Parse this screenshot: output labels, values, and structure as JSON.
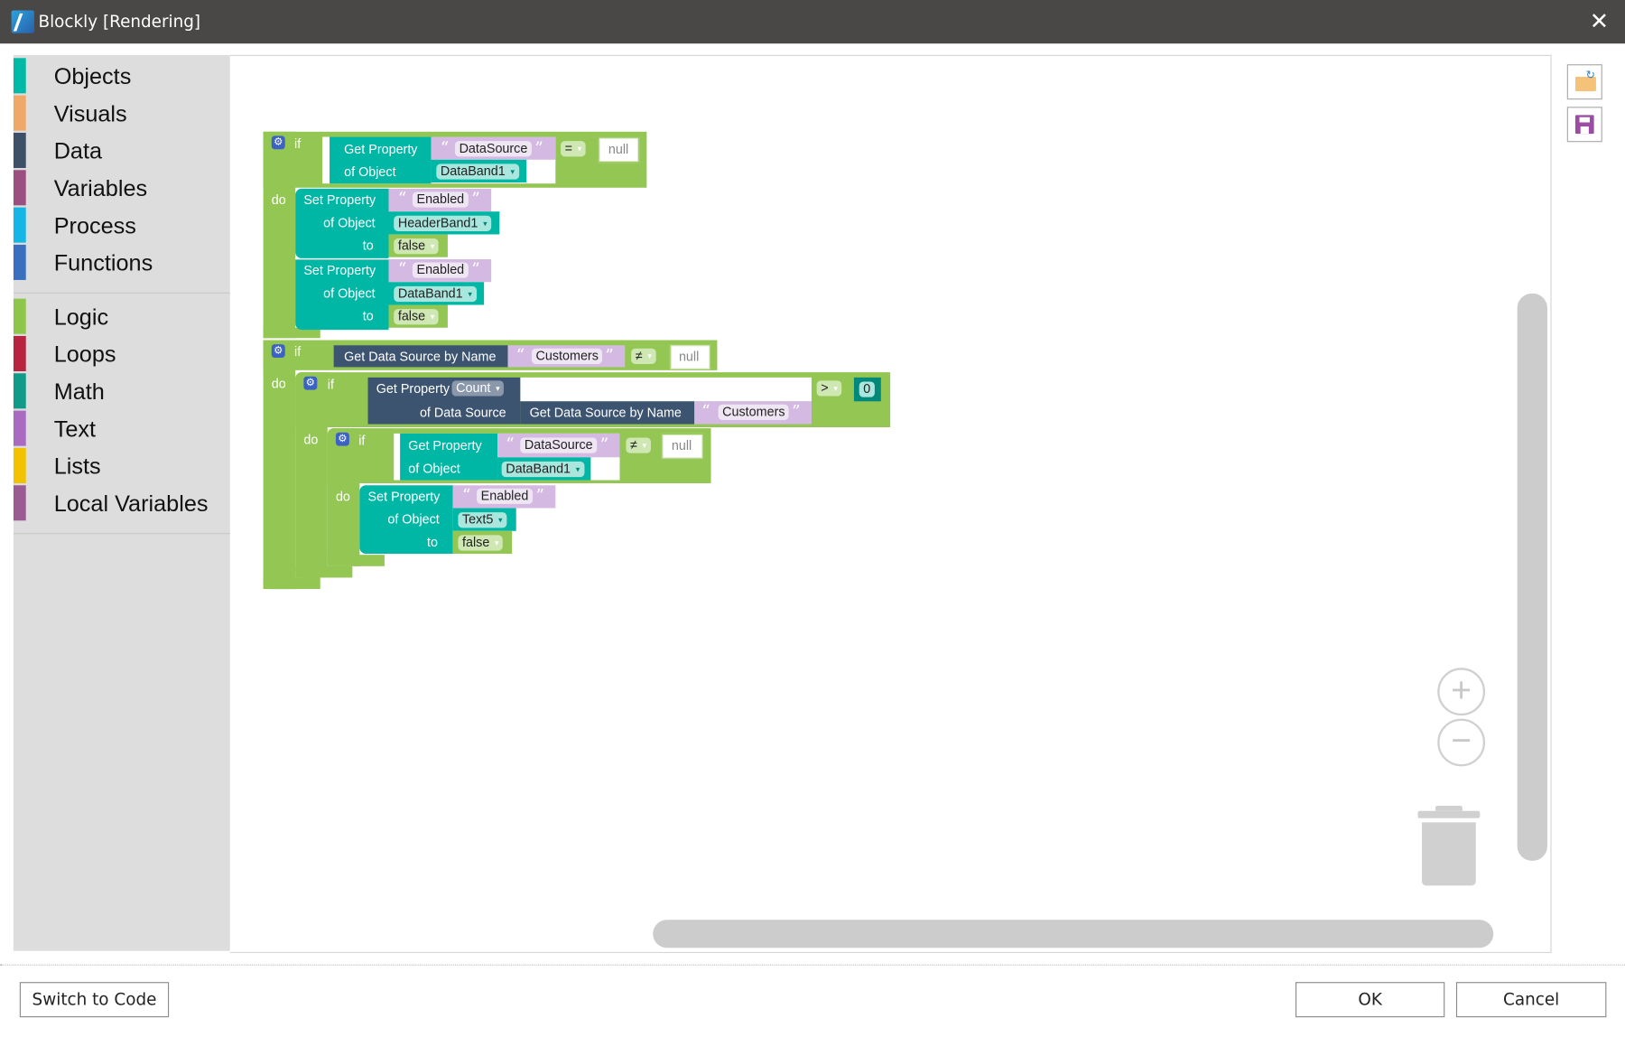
{
  "window": {
    "title": "Blockly [Rendering]",
    "close_icon": "close-icon"
  },
  "sidebar": {
    "items": [
      {
        "label": "Objects",
        "color": "#00b9a6"
      },
      {
        "label": "Visuals",
        "color": "#f0a868"
      },
      {
        "label": "Data",
        "color": "#3d5068"
      },
      {
        "label": "Variables",
        "color": "#9a4f7e"
      },
      {
        "label": "Process",
        "color": "#14b6e6"
      },
      {
        "label": "Functions",
        "color": "#3a6fc0"
      },
      {
        "label": "Logic",
        "color": "#8ec54b"
      },
      {
        "label": "Loops",
        "color": "#b8243f"
      },
      {
        "label": "Math",
        "color": "#0f9a8a"
      },
      {
        "label": "Text",
        "color": "#a86bc0"
      },
      {
        "label": "Lists",
        "color": "#f2c200"
      },
      {
        "label": "Local Variables",
        "color": "#9a5a92"
      }
    ]
  },
  "blocks": {
    "kw_if": "if",
    "kw_do": "do",
    "kw_to": "to",
    "get_property": "Get Property",
    "of_object": "of Object",
    "set_property": "Set Property",
    "get_ds_by_name": "Get Data Source by Name",
    "of_data_source": "of Data Source",
    "open_quote": "“",
    "close_quote": "”",
    "datasource": "DataSource",
    "enabled": "Enabled",
    "databand1": "DataBand1",
    "headerband1": "HeaderBand1",
    "false": "false",
    "null": "null",
    "eq": "=",
    "neq": "≠",
    "gt": ">",
    "zero": "0",
    "customers": "Customers",
    "count": "Count",
    "text5": "Text5"
  },
  "colors": {
    "logic": "#93c653",
    "objects": "#00b6a4",
    "text": "#d4bae2",
    "data": "#3d5470"
  },
  "toolbar": {
    "open_icon": "folder-open-icon",
    "save_icon": "save-icon"
  },
  "footer": {
    "switch_to_code": "Switch to Code",
    "ok": "OK",
    "cancel": "Cancel"
  }
}
